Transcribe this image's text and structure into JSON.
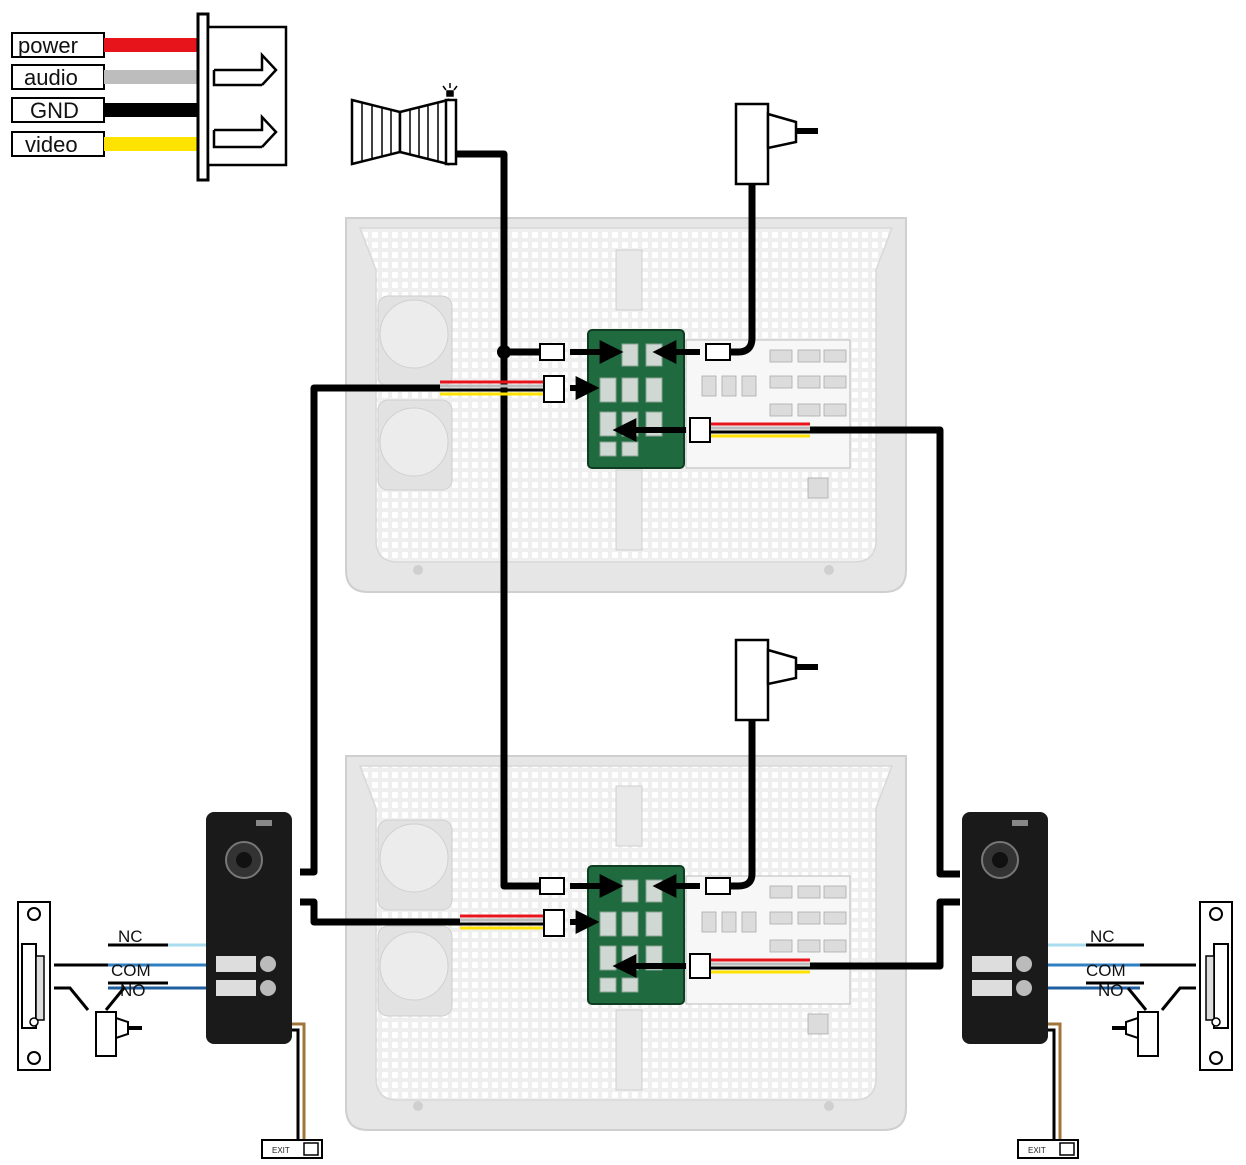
{
  "legend": {
    "items": [
      {
        "label": "power",
        "color": "#e8141c"
      },
      {
        "label": "audio",
        "color": "#bdbdbd"
      },
      {
        "label": "GND",
        "color": "#000000"
      },
      {
        "label": "video",
        "color": "#ffe300"
      }
    ]
  },
  "relay_terminals": {
    "left": {
      "nc": "NC",
      "com": "COM",
      "no": "NO"
    },
    "right": {
      "nc": "NC",
      "com": "COM",
      "no": "NO"
    }
  },
  "exit_buttons": {
    "left_label": "EXIT",
    "right_label": "EXIT"
  },
  "colors": {
    "cable": "#000000",
    "monitor_body": "#e6e6e6",
    "monitor_grid": "#f4f4f4",
    "pcb": "#1f6b3f",
    "outdoor_station": "#1a1a1a",
    "nc_wire": "#a9dcee",
    "com_wire": "#2f7fc1",
    "no_wire": "#1f5fa0",
    "exit_wire": "#a0743a"
  },
  "icons": [
    "doorbell-chime-icon",
    "power-adapter-icon",
    "electric-lock-icon",
    "exit-button-icon"
  ]
}
